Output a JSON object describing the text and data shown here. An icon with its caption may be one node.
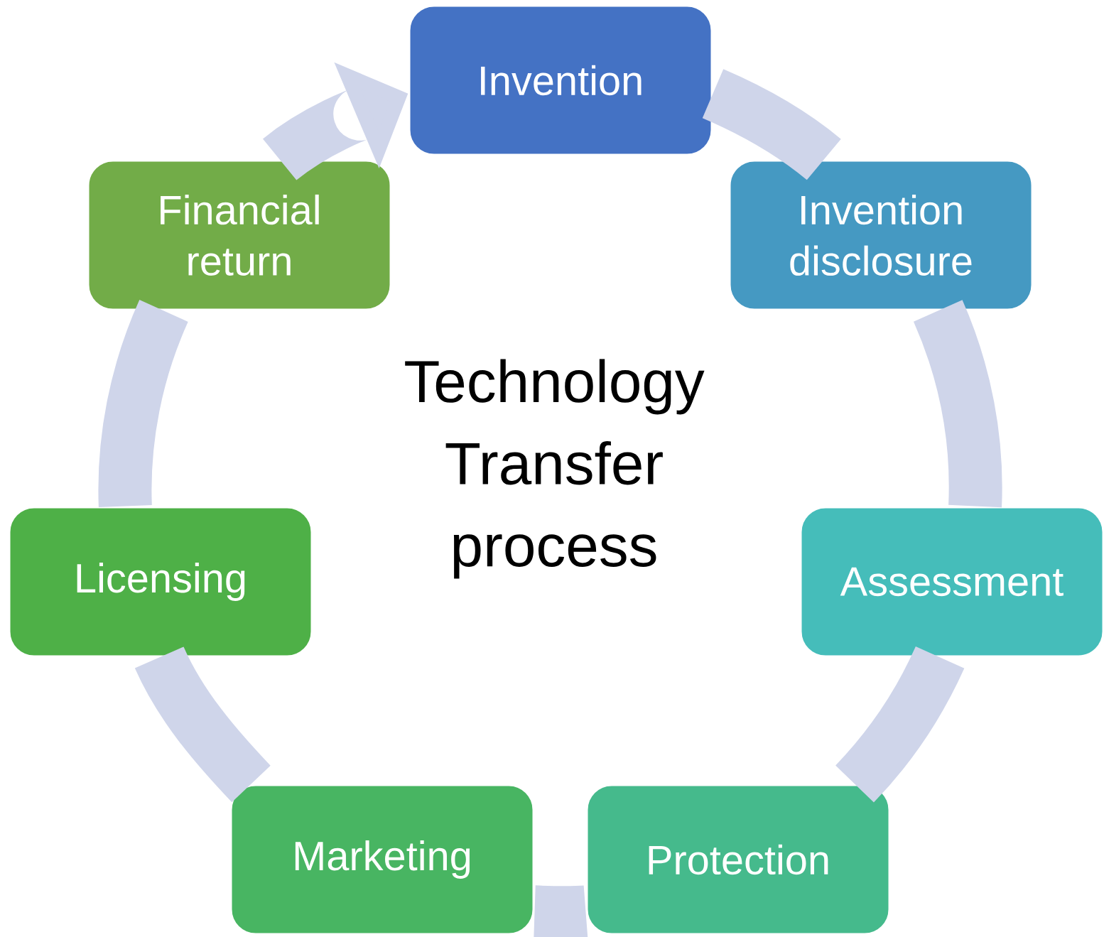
{
  "diagram": {
    "title": "Technology Transfer process",
    "nodes": [
      {
        "text": [
          "Invention"
        ]
      },
      {
        "text": [
          "Invention disclosure"
        ]
      },
      {
        "text": [
          "Assessment"
        ]
      },
      {
        "text": [
          "Protection"
        ]
      },
      {
        "text": [
          "Marketing"
        ]
      },
      {
        "text": [
          "Licensing"
        ]
      },
      {
        "text": [
          "Financial return"
        ]
      }
    ],
    "edges": [
      {
        "from": 0,
        "to": 1,
        "arrow": "none"
      },
      {
        "from": 1,
        "to": 2,
        "arrow": "none"
      },
      {
        "from": 2,
        "to": 3,
        "arrow": "none"
      },
      {
        "from": 3,
        "to": 4,
        "arrow": "none"
      },
      {
        "from": 4,
        "to": 5,
        "arrow": "none"
      },
      {
        "from": 5,
        "to": 6,
        "arrow": "none"
      },
      {
        "from": 6,
        "to": 0,
        "arrow": "to"
      }
    ]
  }
}
